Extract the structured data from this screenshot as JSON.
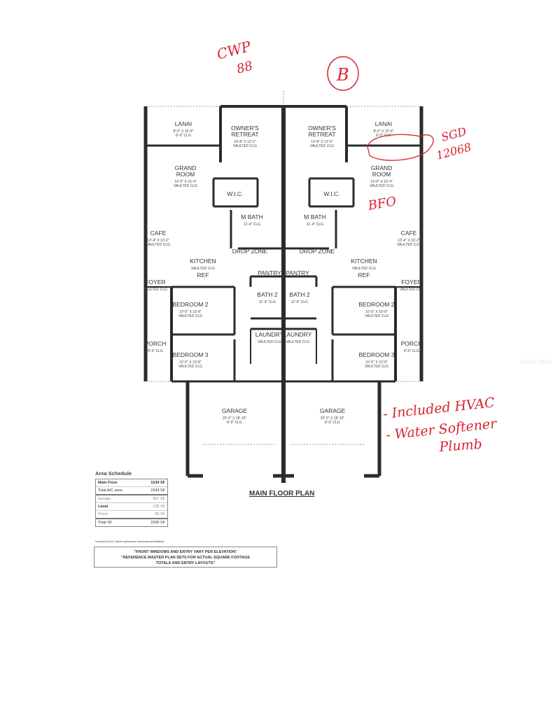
{
  "plan_title": "MAIN FLOOR PLAN",
  "rooms": {
    "lanai": {
      "label": "LANAI",
      "dims": "8'-0\" X 15'-8\"",
      "clg": "8'-0\" CLG"
    },
    "owners_retreat": {
      "label1": "OWNER'S",
      "label2": "RETREAT",
      "dims": "14'-8\" X 13'-2\"",
      "clg": "VAULTED CLG"
    },
    "grand_room": {
      "label1": "GRAND",
      "label2": "ROOM",
      "dims": "14'-0\" X 15'-4\"",
      "clg": "VAULTED CLG"
    },
    "wic": {
      "label": "W.I.C."
    },
    "m_bath": {
      "label": "M BATH",
      "clg": "11'-4\" CLG"
    },
    "cafe": {
      "label": "CAFE",
      "dims": "13'-4\" X 10'-2\"",
      "clg": "VAULTED CLG"
    },
    "drop_zone": {
      "label": "DROP ZONE"
    },
    "kitchen": {
      "label": "KITCHEN",
      "clg": "VAULTED CLG"
    },
    "ref": {
      "label": "REF"
    },
    "pantry": {
      "label": "PANTRY"
    },
    "foyer": {
      "label": "FOYER",
      "clg": "VAULTED CLG"
    },
    "bedroom2": {
      "label": "BEDROOM 2",
      "dims": "10'-0\" X 10'-8\"",
      "clg": "VAULTED CLG"
    },
    "bath2": {
      "label": "BATH 2",
      "clg": "11'-4\" CLG"
    },
    "laundry": {
      "label": "LAUNDRY",
      "clg": "VAULTED CLG"
    },
    "porch": {
      "label": "PORCH",
      "clg": "8'-0\" CLG"
    },
    "bedroom3": {
      "label": "BEDROOM 3",
      "dims": "10'-0\" X 10'-8\"",
      "clg": "VAULTED CLG"
    },
    "garage": {
      "label": "GARAGE",
      "dims": "20'-0\" X 18'-10\"",
      "clg": "8'-0\" CLG"
    }
  },
  "area_schedule": {
    "title": "Area Schedule",
    "rows": [
      {
        "label": "Main Floor",
        "value": "1534 SF"
      },
      {
        "label": "Total A/C area",
        "value": "1534 SF"
      },
      {
        "label": "Garage",
        "value": "457 SF"
      },
      {
        "label": "Lanai",
        "value": "125 SF"
      },
      {
        "label": "Porch",
        "value": "90 SF"
      },
      {
        "label": "Total SF",
        "value": "2206 SF"
      }
    ]
  },
  "footnote": "*Laundry tub (LT) may be optional per community specifications",
  "notes": [
    "\"FRONT WINDOWS AND ENTRY VARY PER ELEVATION\"",
    "\"REFERENCE MASTER PLAN SETS FOR ACTUAL SQUARE FOOTAGE",
    "TOTALS AND ENTRY LAYOUTS\""
  ],
  "handwritten": {
    "cwp1": "CWP",
    "cwp2": "88",
    "unit": "B",
    "sgd1": "SGD",
    "sgd2": "12068",
    "bfo": "BFO",
    "line1": "- Included HVAC",
    "line2": "- Water Softener",
    "line3": "Plumb"
  },
  "watermark": "Stellar MLS",
  "colors": {
    "wall": "#2b2b2b",
    "annotation": "#d8232f"
  }
}
